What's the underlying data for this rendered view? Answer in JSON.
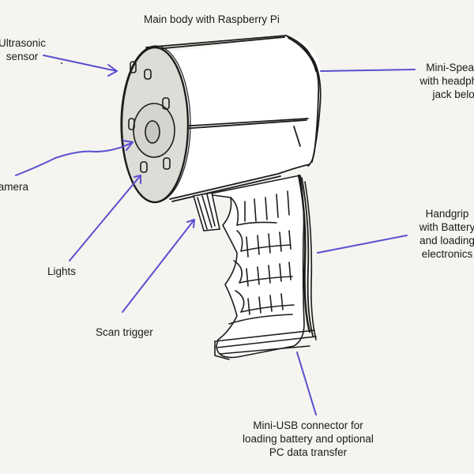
{
  "labels": {
    "main_body": "Main body with Raspberry Pi",
    "ultrasonic_1": "Ultrasonic",
    "ultrasonic_2": "sensor",
    "speaker_1": "Mini-Speaker",
    "speaker_2": "with headphone",
    "speaker_3": "jack below",
    "camera": "Camera",
    "handgrip_1": "Handgrip",
    "handgrip_2": "with Battery",
    "handgrip_3": "and loading",
    "handgrip_4": "electronics",
    "lights": "Lights",
    "scan_trigger": "Scan trigger",
    "usb_1": "Mini-USB connector for",
    "usb_2": "loading battery and optional",
    "usb_3": "PC data transfer"
  },
  "colors": {
    "background": "#f5f4f0",
    "arrow": "#5b4fd0",
    "ink": "#1c1c1c",
    "face_fill": "#dedcd6",
    "body_fill": "#ffffff"
  }
}
